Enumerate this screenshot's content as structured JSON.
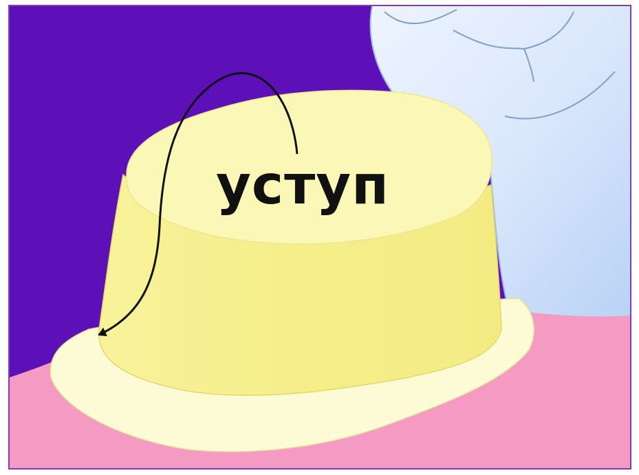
{
  "diagram": {
    "label": "уступ",
    "colors": {
      "background": "#5d0fb8",
      "gum": "#f59ac2",
      "tooth_side": "#f6f08c",
      "tooth_top": "#fbf7b6",
      "shoulder": "#fcfbd6",
      "neighbor_tooth": "#d4e4fb",
      "arrow": "#111111",
      "text": "#111111"
    },
    "parts": [
      "prepared-tooth",
      "shoulder-ledge",
      "gum",
      "neighbor-tooth",
      "pointer-arrow"
    ]
  }
}
